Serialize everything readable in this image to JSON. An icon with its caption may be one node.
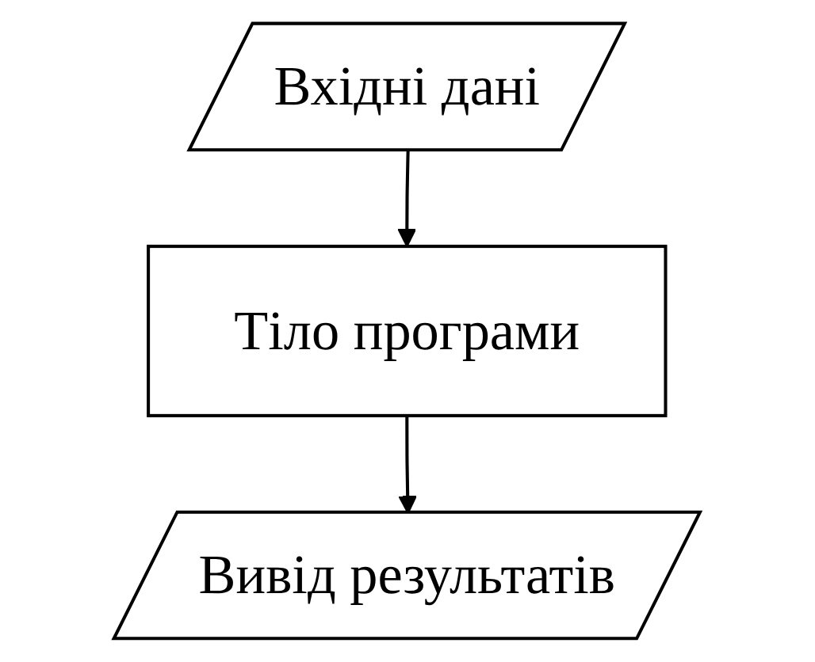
{
  "diagram": {
    "nodes": [
      {
        "text": [
          "Вхідні дані"
        ]
      },
      {
        "text": [
          "Тіло програми"
        ]
      },
      {
        "text": [
          "Вивід результатів"
        ]
      }
    ],
    "edges": [
      {
        "from": 0,
        "to": 1,
        "arrow": "to"
      },
      {
        "from": 1,
        "to": 2,
        "arrow": "to"
      }
    ]
  }
}
